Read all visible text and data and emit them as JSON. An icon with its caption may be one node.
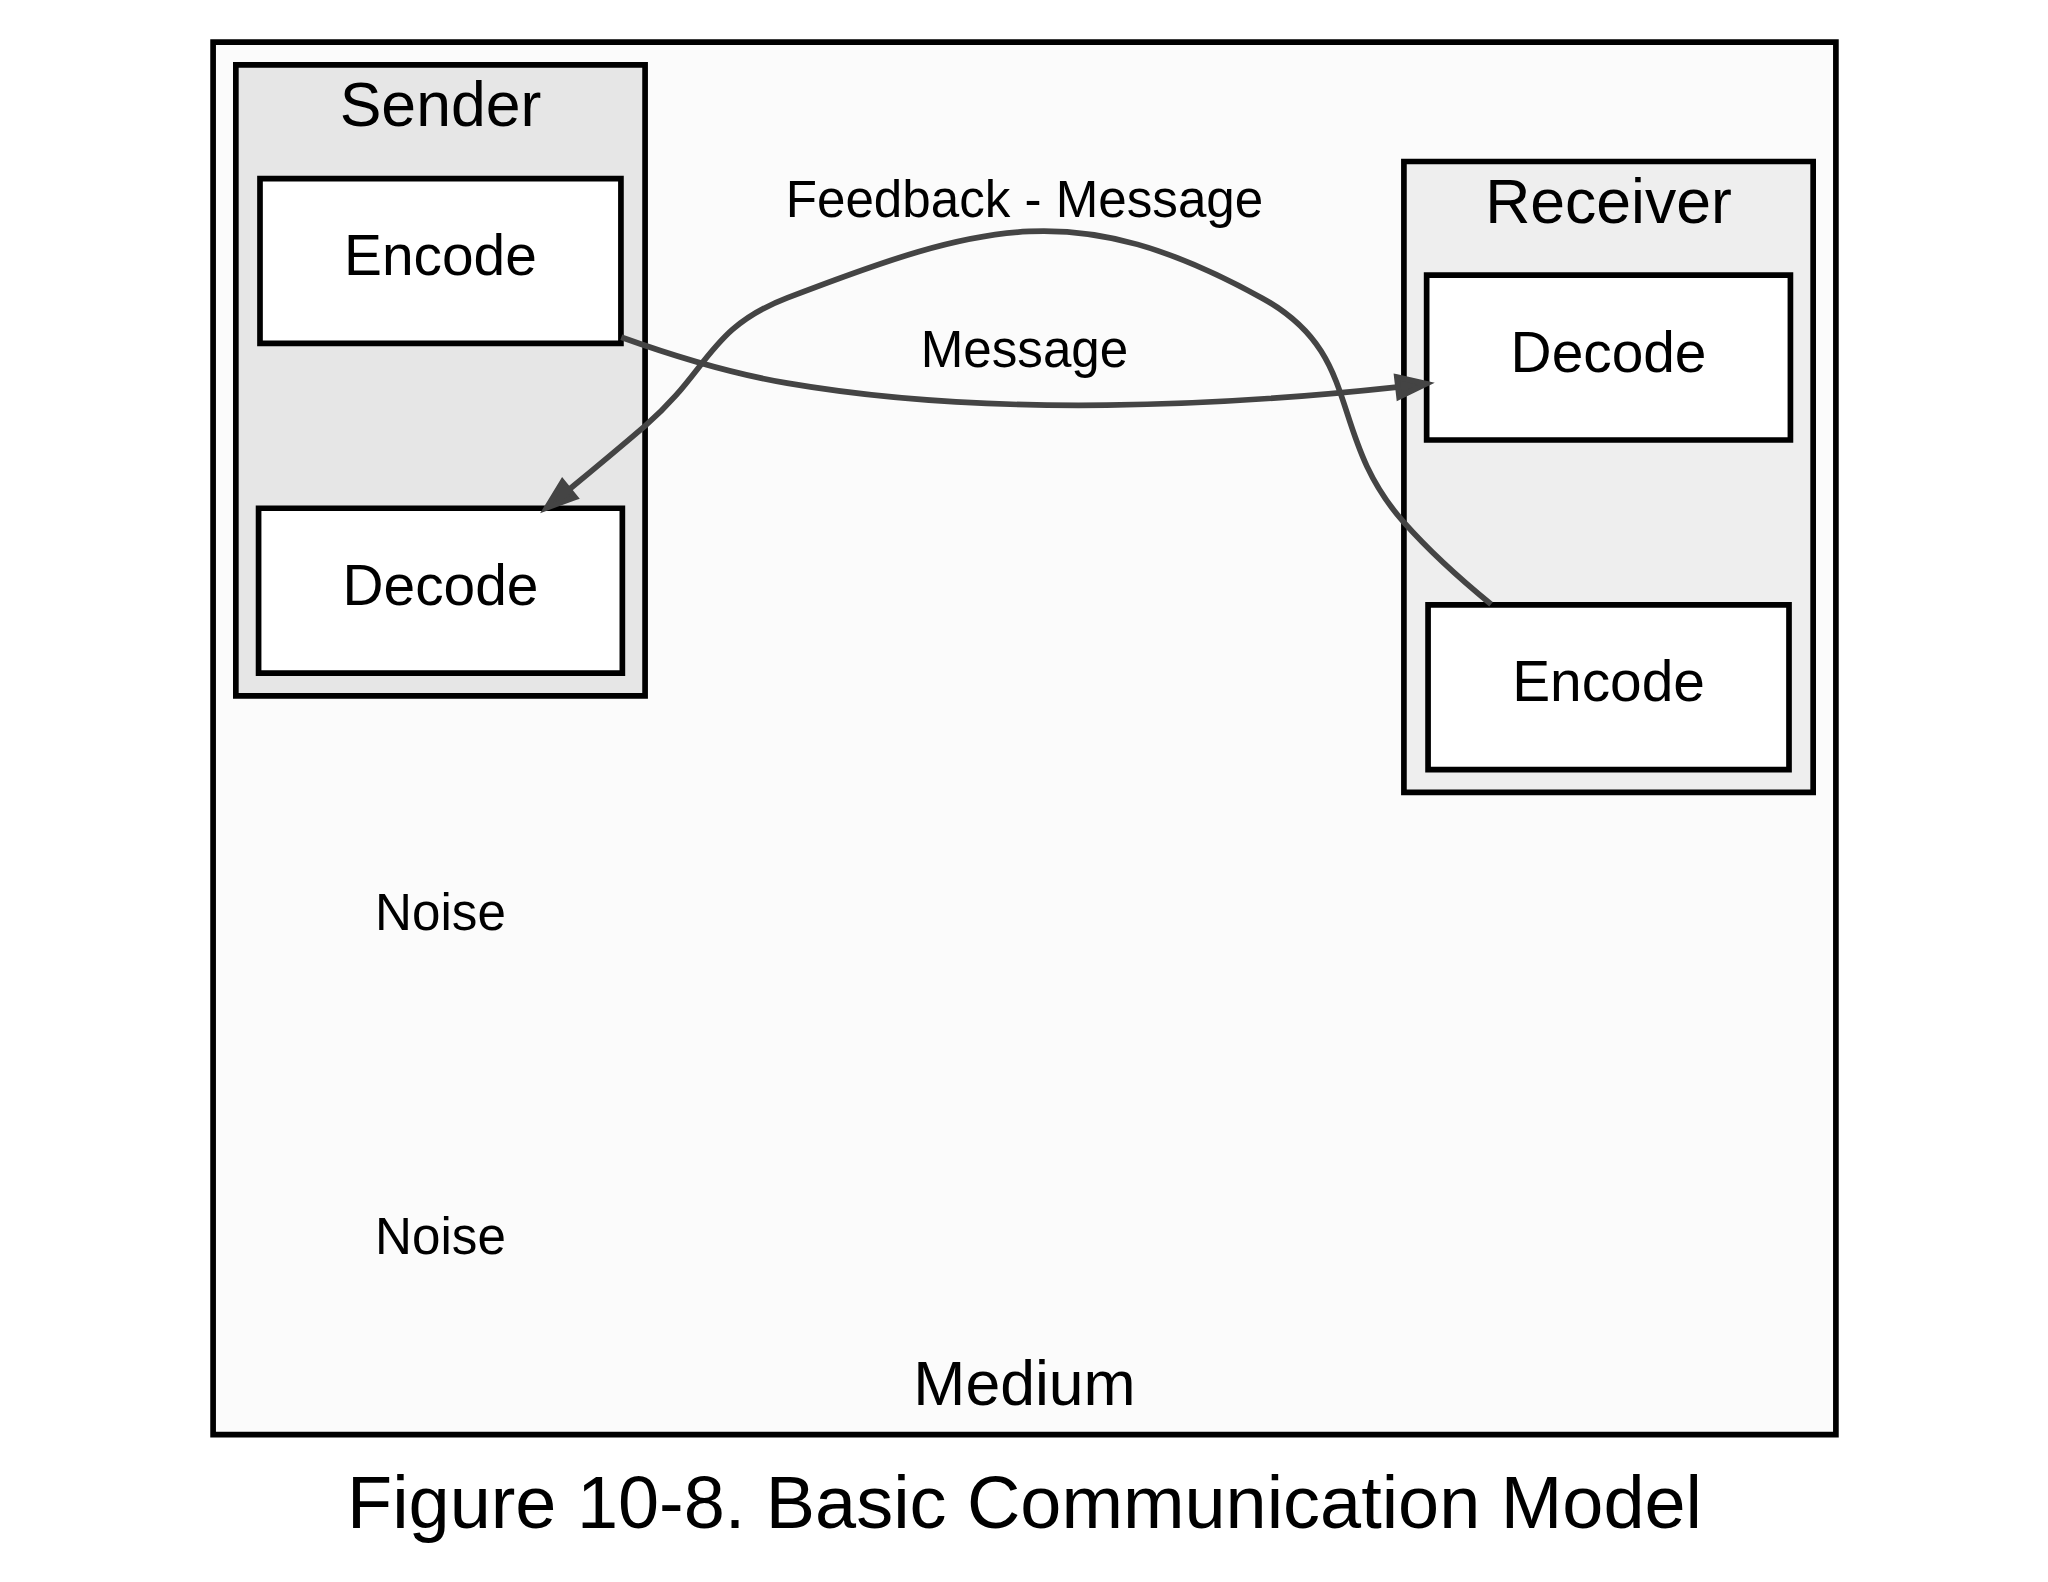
{
  "diagram": {
    "caption": "Figure 10-8. Basic Communication Model",
    "nodes": [
      {
        "text": [
          "Medium"
        ]
      },
      {
        "text": [
          "Sender"
        ],
        "in": 0
      },
      {
        "text": [
          "Encode"
        ],
        "in": 1
      },
      {
        "text": [
          "Decode"
        ],
        "in": 1
      },
      {
        "text": [
          "Receiver"
        ],
        "in": 0
      },
      {
        "text": [
          "Decode"
        ],
        "in": 4
      },
      {
        "text": [
          "Encode"
        ],
        "in": 4
      }
    ],
    "edges": [
      {
        "from": 2,
        "to": 5,
        "arrow": "to",
        "label": "Message"
      },
      {
        "from": 6,
        "to": 3,
        "arrow": "to",
        "label": "Feedback - Message"
      }
    ],
    "labels": [
      "Noise",
      "Noise"
    ]
  }
}
